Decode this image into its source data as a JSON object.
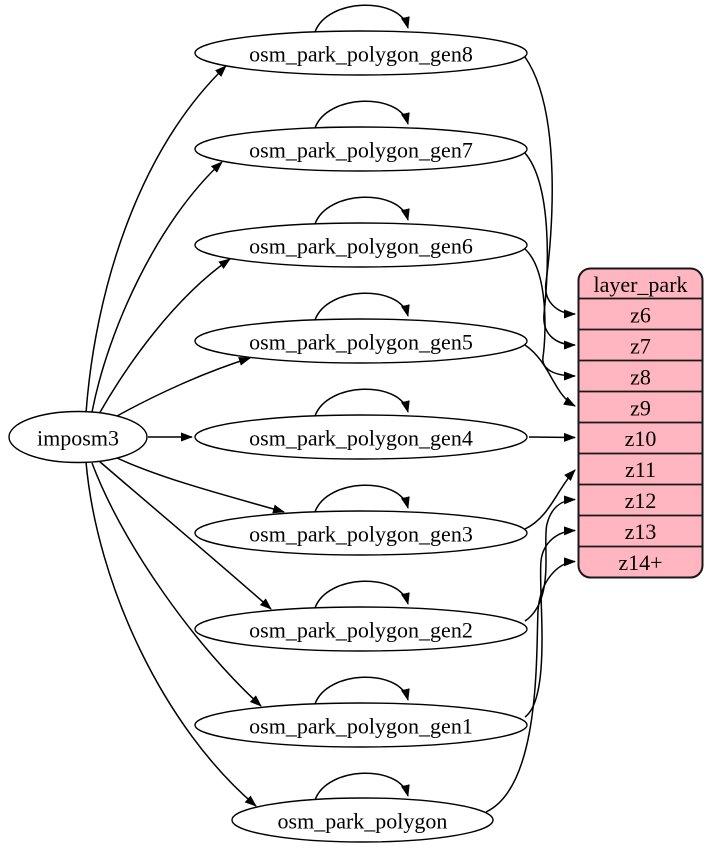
{
  "diagram": {
    "type": "dependency-graph",
    "background": "#ffffff",
    "source": {
      "id": "imposm3",
      "label": "imposm3"
    },
    "tables": [
      {
        "id": "osm_park_polygon_gen8",
        "label": "osm_park_polygon_gen8"
      },
      {
        "id": "osm_park_polygon_gen7",
        "label": "osm_park_polygon_gen7"
      },
      {
        "id": "osm_park_polygon_gen6",
        "label": "osm_park_polygon_gen6"
      },
      {
        "id": "osm_park_polygon_gen5",
        "label": "osm_park_polygon_gen5"
      },
      {
        "id": "osm_park_polygon_gen4",
        "label": "osm_park_polygon_gen4"
      },
      {
        "id": "osm_park_polygon_gen3",
        "label": "osm_park_polygon_gen3"
      },
      {
        "id": "osm_park_polygon_gen2",
        "label": "osm_park_polygon_gen2"
      },
      {
        "id": "osm_park_polygon_gen1",
        "label": "osm_park_polygon_gen1"
      },
      {
        "id": "osm_park_polygon",
        "label": "osm_park_polygon"
      }
    ],
    "record": {
      "id": "layer_park",
      "title": "layer_park",
      "rows": [
        "z6",
        "z7",
        "z8",
        "z9",
        "z10",
        "z11",
        "z12",
        "z13",
        "z14+"
      ],
      "fill": "#ffb6c1"
    },
    "colors": {
      "edge": "#000000",
      "node_fill": "#ffffff",
      "node_border": "#000000",
      "record_border": "#181818",
      "text": "#000000"
    },
    "edges": [
      {
        "from": "imposm3",
        "to": "osm_park_polygon_gen8"
      },
      {
        "from": "imposm3",
        "to": "osm_park_polygon_gen7"
      },
      {
        "from": "imposm3",
        "to": "osm_park_polygon_gen6"
      },
      {
        "from": "imposm3",
        "to": "osm_park_polygon_gen5"
      },
      {
        "from": "imposm3",
        "to": "osm_park_polygon_gen4"
      },
      {
        "from": "imposm3",
        "to": "osm_park_polygon_gen3"
      },
      {
        "from": "imposm3",
        "to": "osm_park_polygon_gen2"
      },
      {
        "from": "imposm3",
        "to": "osm_park_polygon_gen1"
      },
      {
        "from": "imposm3",
        "to": "osm_park_polygon"
      },
      {
        "from": "osm_park_polygon_gen8",
        "to": "osm_park_polygon_gen8"
      },
      {
        "from": "osm_park_polygon_gen7",
        "to": "osm_park_polygon_gen7"
      },
      {
        "from": "osm_park_polygon_gen6",
        "to": "osm_park_polygon_gen6"
      },
      {
        "from": "osm_park_polygon_gen5",
        "to": "osm_park_polygon_gen5"
      },
      {
        "from": "osm_park_polygon_gen4",
        "to": "osm_park_polygon_gen4"
      },
      {
        "from": "osm_park_polygon_gen3",
        "to": "osm_park_polygon_gen3"
      },
      {
        "from": "osm_park_polygon_gen2",
        "to": "osm_park_polygon_gen2"
      },
      {
        "from": "osm_park_polygon_gen1",
        "to": "osm_park_polygon_gen1"
      },
      {
        "from": "osm_park_polygon",
        "to": "osm_park_polygon"
      },
      {
        "from": "osm_park_polygon_gen8",
        "to": "layer_park",
        "port": "z6"
      },
      {
        "from": "osm_park_polygon_gen7",
        "to": "layer_park",
        "port": "z7"
      },
      {
        "from": "osm_park_polygon_gen6",
        "to": "layer_park",
        "port": "z8"
      },
      {
        "from": "osm_park_polygon_gen5",
        "to": "layer_park",
        "port": "z9"
      },
      {
        "from": "osm_park_polygon_gen4",
        "to": "layer_park",
        "port": "z10"
      },
      {
        "from": "osm_park_polygon_gen3",
        "to": "layer_park",
        "port": "z11"
      },
      {
        "from": "osm_park_polygon_gen2",
        "to": "layer_park",
        "port": "z12"
      },
      {
        "from": "osm_park_polygon_gen1",
        "to": "layer_park",
        "port": "z13"
      },
      {
        "from": "osm_park_polygon",
        "to": "layer_park",
        "port": "z14+"
      }
    ]
  }
}
